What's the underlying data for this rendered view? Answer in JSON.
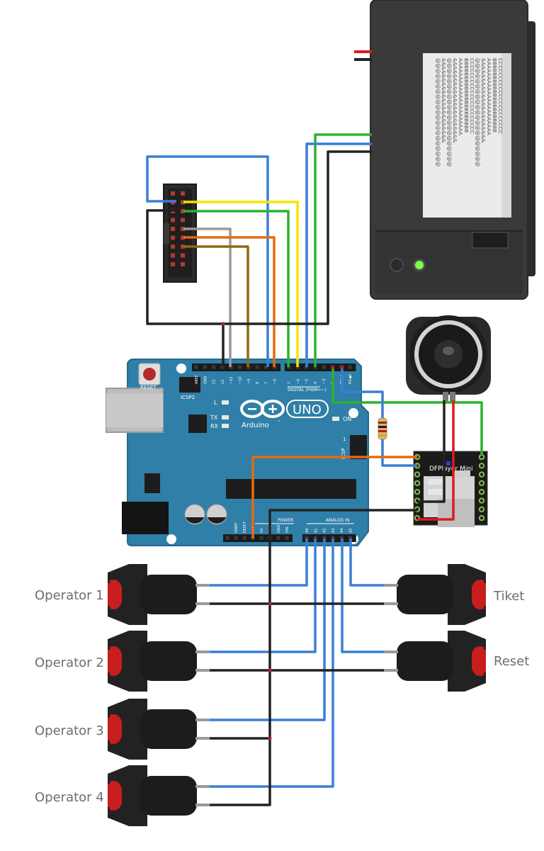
{
  "arduino": {
    "logo_text": "UNO",
    "brand": "Arduino",
    "trademark": "™",
    "reset_label": "RESET",
    "icsp_label": "ICSP",
    "icsp2_label": "ICSP2",
    "digital_label": "DIGITAL (PWM=~)",
    "analog_label": "ANALOG IN",
    "power_label": "POWER",
    "on_label": "ON",
    "l_label": "L",
    "tx_label": "TX",
    "rx_label": "RX",
    "icsp_one": "1",
    "digital_pins": [
      "AREF",
      "GND",
      "13",
      "12",
      "~11",
      "~10",
      "~9",
      "8",
      "7",
      "~6",
      "~5",
      "4",
      "~3",
      "2",
      "TX▶1",
      "RX◀0"
    ],
    "power_pins": [
      "IOREF",
      "RESET",
      "3V3",
      "5V",
      "GND",
      "GND",
      "VIN"
    ],
    "analog_pins": [
      "A0",
      "A1",
      "A2",
      "A3",
      "A4",
      "A5"
    ]
  },
  "dfplayer": {
    "label": "DFPlayer Mini"
  },
  "printer": {
    "paper_rows": [
      "@@@@@@@@@@@@@@@@@@@@@",
      "&&&&&&&&&&&&&&&&&&&&&",
      "@@@@@@@@@@@@@@@@@@@@@",
      "&&&&&&&&&&&&&&&&&&&&&",
      "AAAAAAAAAAAAAAAAAAAAA",
      "BBBBBBBBBBBBBBBBBBBBB",
      "CCCCCCCCCCCCCCCCCCCCC",
      "@@@@@@@@@@@@@@@@@@@@@",
      "&&&&&&&&&&&&&&&&&&&&&",
      "AAAAAAAAAAAAAAAAAAAAA",
      "BBBBBBBBBBBBBBBBBBBBB",
      "CCCCCCCCCCCCCCCCCCCCC"
    ]
  },
  "buttons": {
    "left": [
      "Operator 1",
      "Operator 2",
      "Operator 3",
      "Operator 4"
    ],
    "right": [
      "Tiket",
      "Reset"
    ]
  },
  "colors": {
    "board": "#2f7fa8",
    "wire_blue": "#3a7fd5",
    "wire_green": "#2db22d",
    "wire_yellow": "#f2e600",
    "wire_black": "#222222",
    "wire_red": "#e01b1b",
    "wire_orange": "#e36b10",
    "wire_gray": "#9a9a9a",
    "wire_brown": "#8d6a12",
    "button_red": "#c81e1e"
  }
}
